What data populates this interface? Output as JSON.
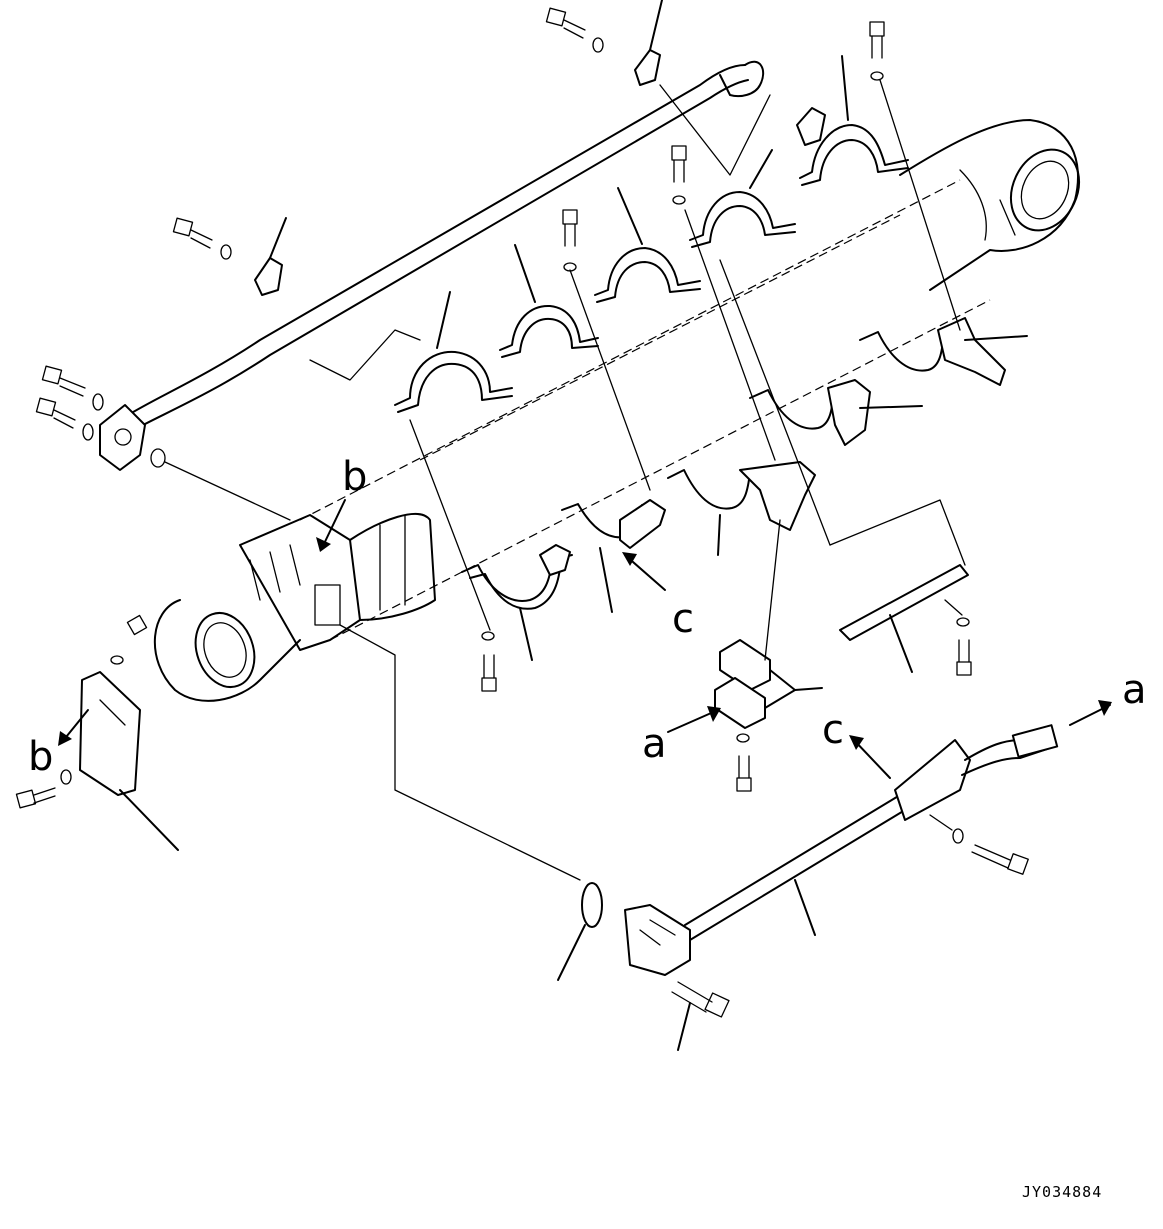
{
  "callouts": {
    "a_right": "a",
    "a_left": "a",
    "b_top": "b",
    "b_left": "b",
    "c_mid": "c",
    "c_right": "c"
  },
  "drawing_code": "JY034884"
}
